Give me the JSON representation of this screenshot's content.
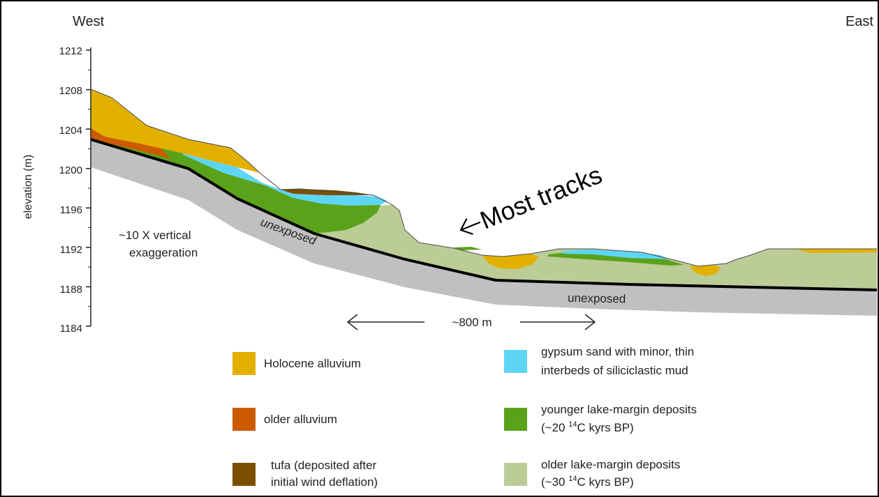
{
  "orientation": {
    "west": "West",
    "east": "East"
  },
  "axis": {
    "label": "elevation (m)",
    "ticks": [
      "1212",
      "1208",
      "1204",
      "1200",
      "1196",
      "1192",
      "1188",
      "1184"
    ]
  },
  "annotations": {
    "exaggeration_line1": "~10 X vertical",
    "exaggeration_line2": "exaggeration",
    "unexposed_left": "unexposed",
    "unexposed_right": "unexposed",
    "scale_bar": "~800 m",
    "most_tracks": "Most tracks"
  },
  "legend": [
    {
      "id": "holocene",
      "line1": "Holocene alluvium",
      "line2": "",
      "color": "#e2b100"
    },
    {
      "id": "older-alluvium",
      "line1": "older alluvium",
      "line2": "",
      "color": "#cc5a00"
    },
    {
      "id": "tufa",
      "line1": "tufa (deposited after",
      "line2": "initial wind deflation)",
      "color": "#7a5000"
    },
    {
      "id": "gypsum",
      "line1": "gypsum sand with minor, thin",
      "line2": "interbeds of siliciclastic mud",
      "color": "#5fd5f5"
    },
    {
      "id": "younger-lake",
      "line1": "younger lake-margin deposits",
      "line2_pre": "(~20 ",
      "line2_sup": "14",
      "line2_post": "C kyrs BP)",
      "color": "#59a21a"
    },
    {
      "id": "older-lake",
      "line1": "older lake-margin deposits",
      "line2_pre": "(~30 ",
      "line2_sup": "14",
      "line2_post": "C kyrs BP)",
      "color": "#bccc97"
    }
  ],
  "colors": {
    "unexposed": "#c0c0c0",
    "holocene": "#e2b100",
    "older_alluvium": "#cc5a00",
    "tufa": "#7a5000",
    "gypsum": "#5fd5f5",
    "younger_lake": "#59a21a",
    "older_lake": "#bccc97"
  }
}
